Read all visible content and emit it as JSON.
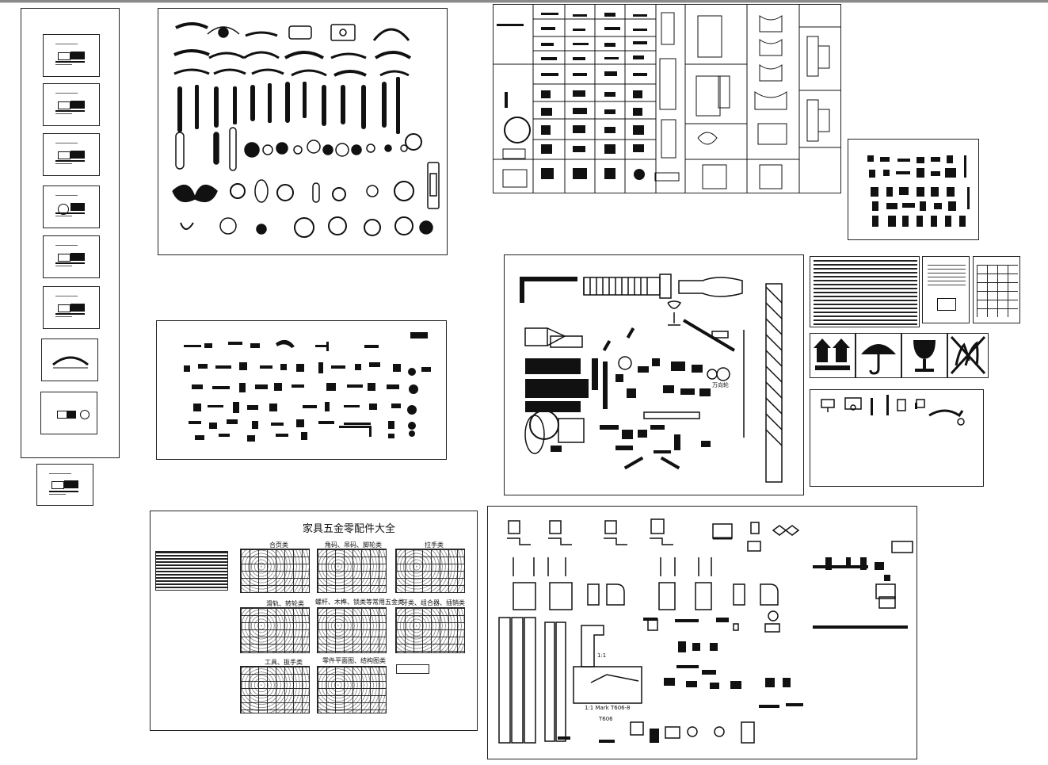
{
  "app": {
    "accent": "#111111",
    "background": "#ffffff"
  },
  "catalog": {
    "title": "家具五金零配件大全",
    "categories": [
      "合页类",
      "角码、吊码、脚轮类",
      "拉手类",
      "滑轨、转轮类",
      "螺杆、木榫、锁类等常用五金类",
      "牙类、组合器、插销类",
      "工具、扳手类",
      "零件平面图、结构图类"
    ]
  },
  "labels": {
    "wheel": "万向轮",
    "scale": "1:1",
    "model_section": "1:1 Mark T606-8",
    "model": "T606"
  },
  "icons": [
    "this-way-up-icon",
    "umbrella-keep-dry-icon",
    "fragile-glass-icon",
    "no-hand-hooks-icon"
  ]
}
